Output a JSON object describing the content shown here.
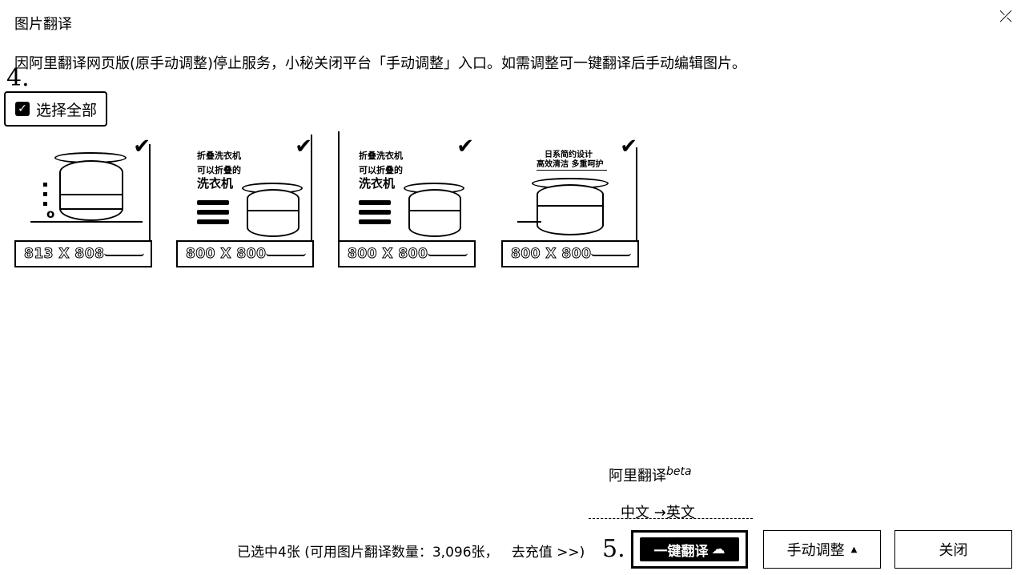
{
  "dialog": {
    "title": "图片翻译",
    "close_glyph": "⤫"
  },
  "notice": "因阿里翻译网页版(原手动调整)停止服务，小秘关闭平台「手动调整」入口。如需调整可一键翻译后手动编辑图片。",
  "annotations": {
    "step4": "4.",
    "step5": "5."
  },
  "select_all": {
    "label": "选择全部",
    "checked": true
  },
  "images": [
    {
      "size": "813 X 808",
      "selected": true,
      "lines": []
    },
    {
      "size": "800 X 800",
      "selected": true,
      "lines": [
        "折叠洗衣机",
        "可以折叠的",
        "洗衣机"
      ]
    },
    {
      "size": "800 X 800",
      "selected": true,
      "lines": [
        "折叠洗衣机",
        "可以折叠的",
        "洗衣机"
      ]
    },
    {
      "size": "800 X 800",
      "selected": true,
      "lines": [
        "日系简约设计",
        "高效清洁 多重呵护"
      ]
    }
  ],
  "engine": {
    "name": "阿里翻译",
    "tag": "beta"
  },
  "languages": {
    "from": "中文",
    "arrow": "→",
    "to": "英文"
  },
  "footer": {
    "selected_text": "已选中4张 (可用图片翻译数量：3,096张，",
    "recharge_link": "去充值 >>)"
  },
  "buttons": {
    "translate": "一键翻译",
    "manual": "手动调整",
    "manual_caret": "▲",
    "close": "关闭"
  }
}
